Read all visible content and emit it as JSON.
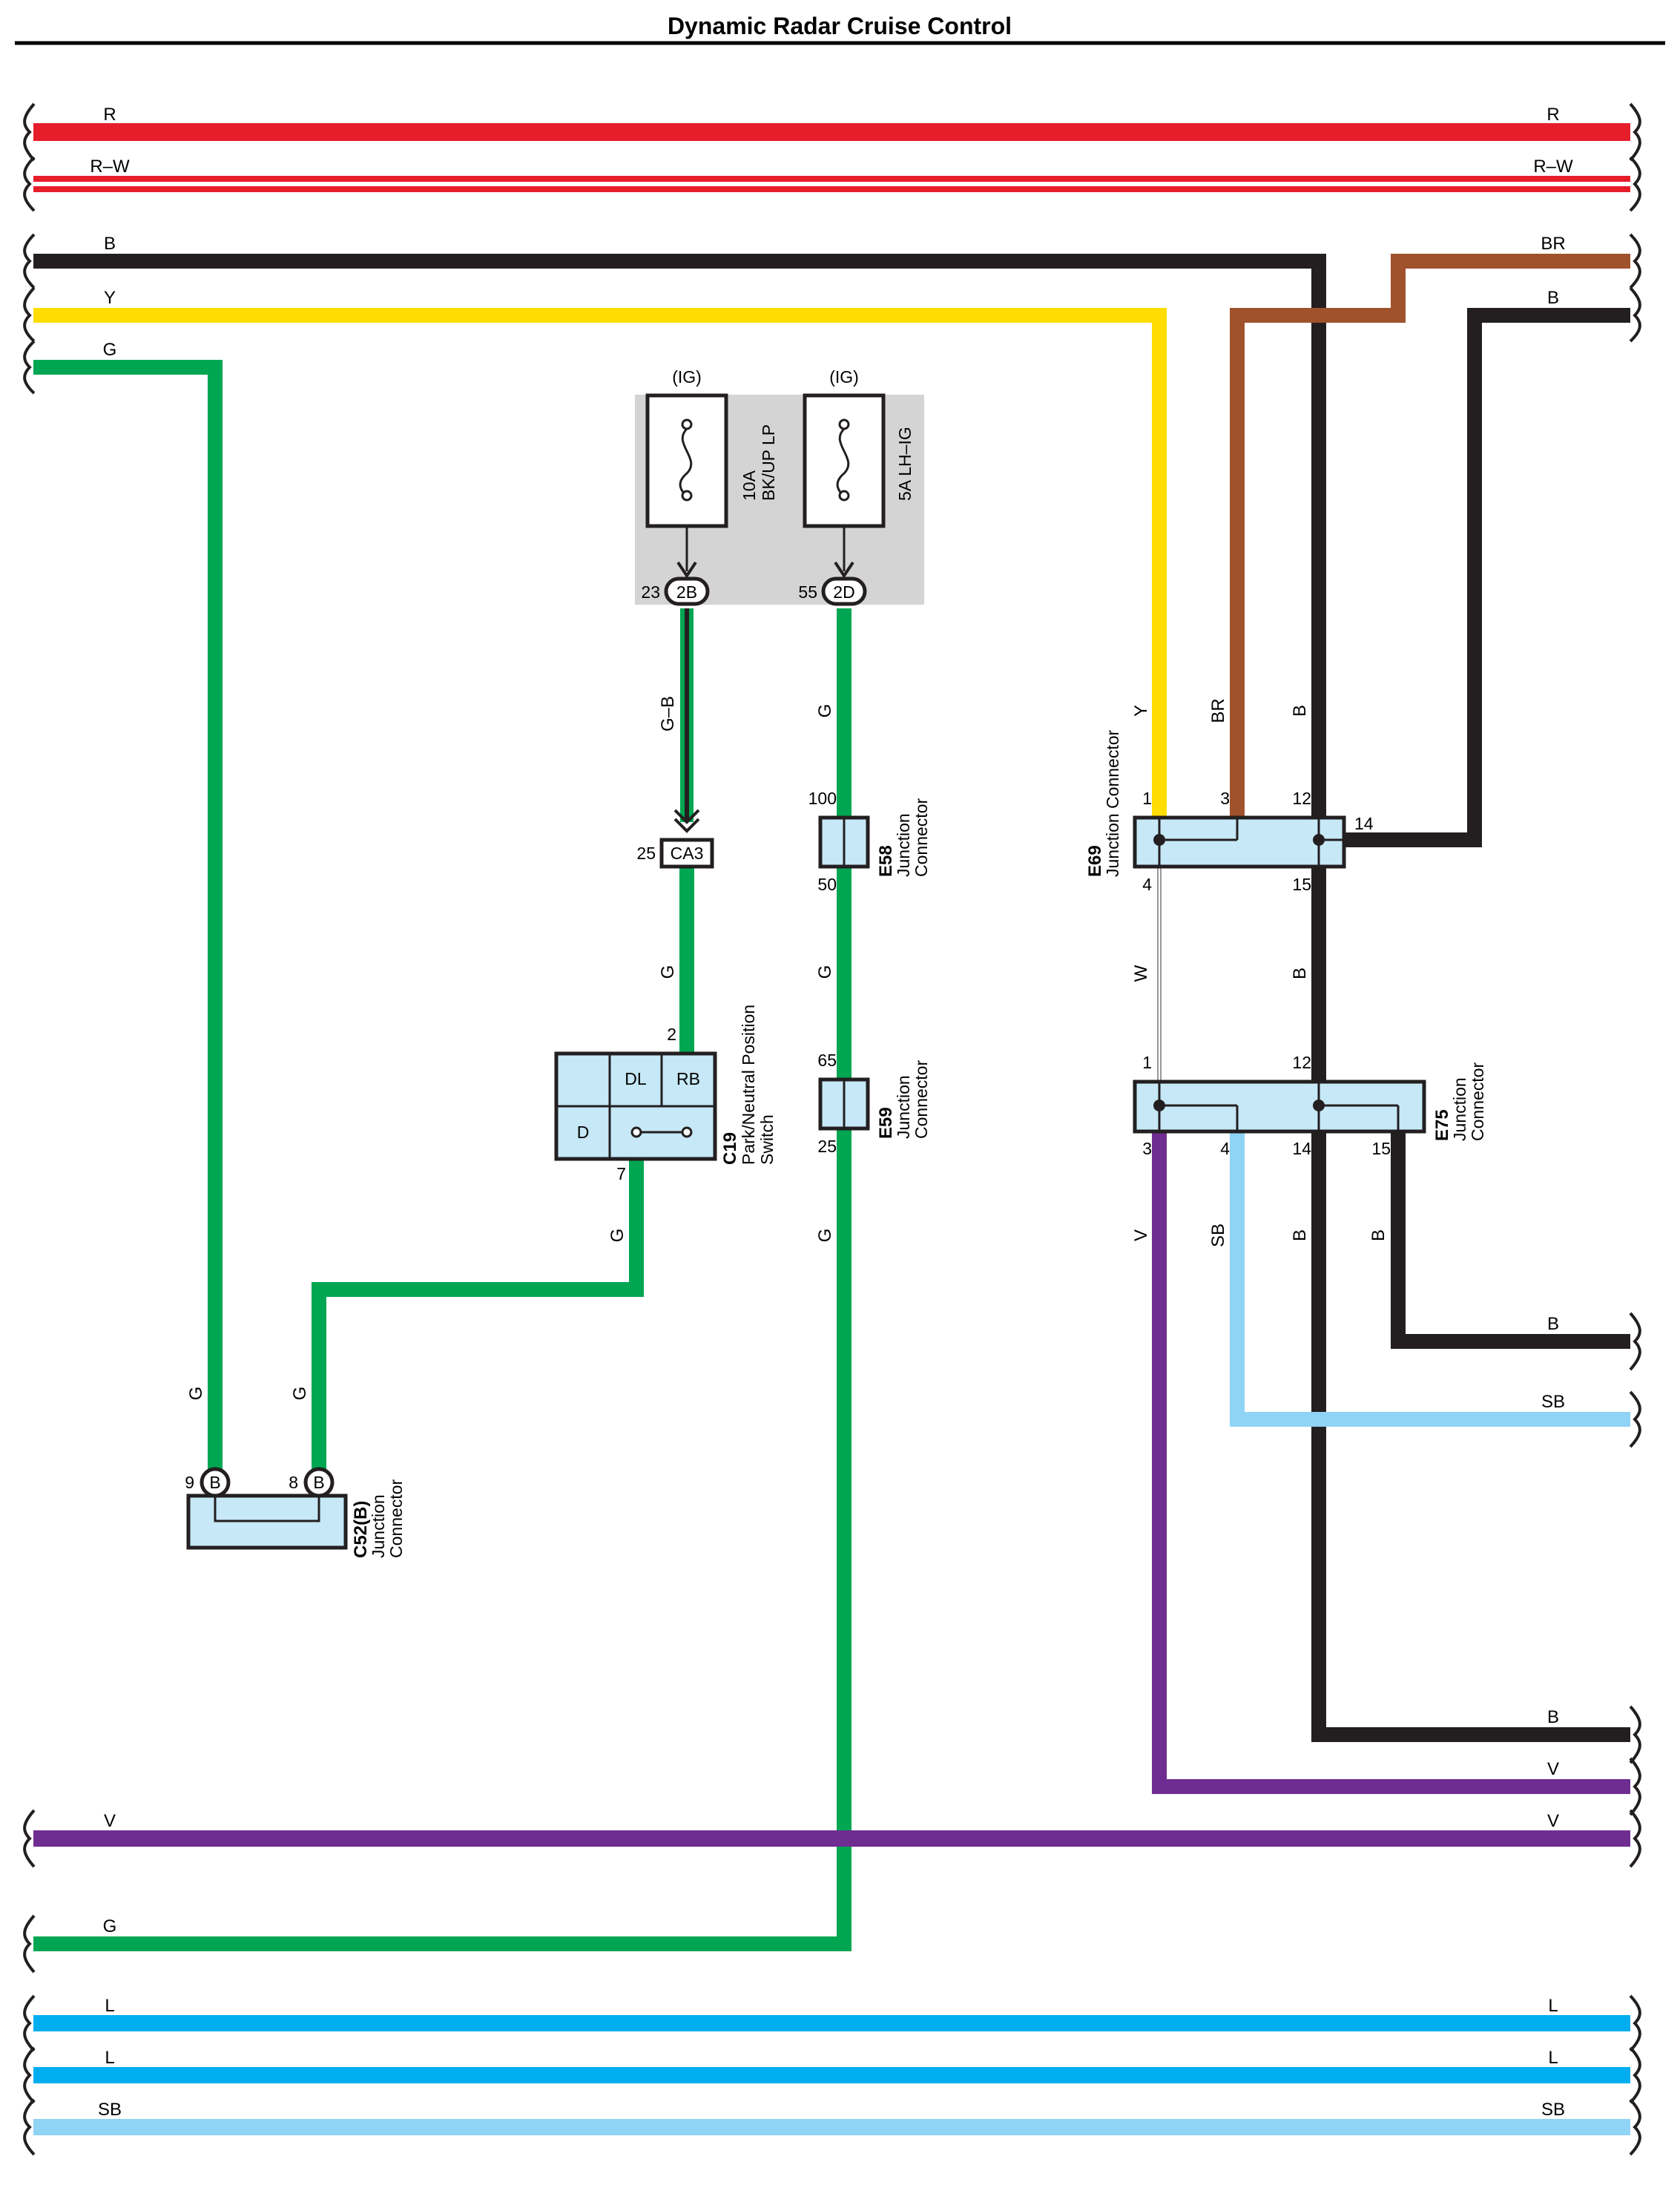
{
  "title": "Dynamic Radar Cruise Control",
  "colors": {
    "R": "#e61d2b",
    "B": "#231f20",
    "Y": "#ffdd00",
    "G": "#00a651",
    "BR": "#a0522d",
    "V": "#6f2c91",
    "W": "#ffffff",
    "SB": "#8fd3f5",
    "L": "#00aeef",
    "connector_fill": "#c6e8f7",
    "fuse_box": "#d4d4d4"
  },
  "wires": {
    "r": "R",
    "rw": "R–W",
    "b": "B",
    "y": "Y",
    "g": "G",
    "br": "BR",
    "gb": "G–B",
    "v": "V",
    "w": "W",
    "sb": "SB",
    "l": "L"
  },
  "fuses": {
    "ig": "(IG)",
    "bkup_amp": "10A",
    "bkup_name": "BK/UP LP",
    "lhig": "5A LH–IG",
    "plug_2b": "2B",
    "plug_2d": "2D",
    "pin_23": "23",
    "pin_55": "55"
  },
  "connectors": {
    "ca3": "CA3",
    "ca3_pin": "25",
    "c19_code": "C19",
    "c19_name1": "Park/Neutral Position",
    "c19_name2": "Switch",
    "c19_dl": "DL",
    "c19_rb": "RB",
    "c19_d": "D",
    "c19_pin_top": "2",
    "c19_pin_bottom": "7",
    "e58_code": "E58",
    "e58_pin_top": "100",
    "e58_pin_bottom": "50",
    "e59_code": "E59",
    "e59_pin_top": "65",
    "e59_pin_bottom": "25",
    "e69_code": "E69",
    "e69_name": "Junction Connector",
    "e69_pins": [
      "1",
      "3",
      "12",
      "14",
      "4",
      "15"
    ],
    "e75_code": "E75",
    "e75_pins_top": [
      "1",
      "12"
    ],
    "e75_pins_bottom": [
      "3",
      "4",
      "14",
      "15"
    ],
    "c52_code": "C52(B)",
    "c52_plug": "B",
    "c52_pins": [
      "9",
      "8"
    ],
    "junction": "Junction",
    "connector": "Connector"
  }
}
